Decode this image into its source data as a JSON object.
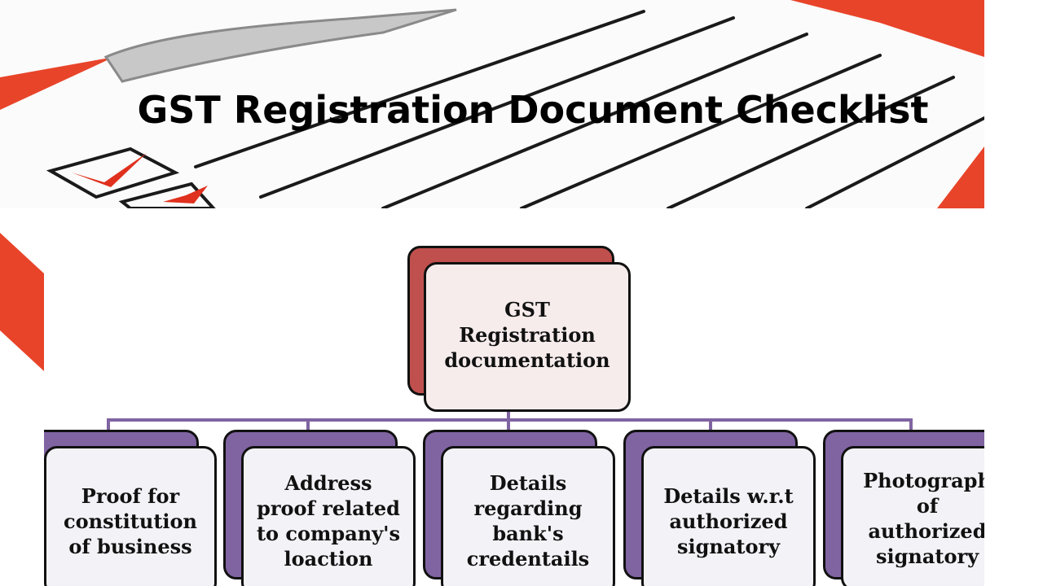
{
  "banner": {
    "title": "GST Registration Document Checklist",
    "icon": "clipboard-checklist-icon",
    "colors": {
      "clipboard_red": "#e8442a",
      "line": "#1a1a1a",
      "check_red": "#e0301e"
    }
  },
  "diagram": {
    "root": {
      "label": "GST\nRegistration\ndocumentation",
      "accent": "#c0504d"
    },
    "children": [
      {
        "label": "Proof for\nconstitution\nof business"
      },
      {
        "label": "Address\nproof related\nto company's\nloaction"
      },
      {
        "label": "Details\nregarding\nbank's\ncredentails"
      },
      {
        "label": "Details w.r.t\nauthorized\nsignatory"
      },
      {
        "label": "Photograph\nof\nauthorized\nsignatory"
      }
    ],
    "child_accent": "#8064a2",
    "connector_color": "#8064a2"
  }
}
